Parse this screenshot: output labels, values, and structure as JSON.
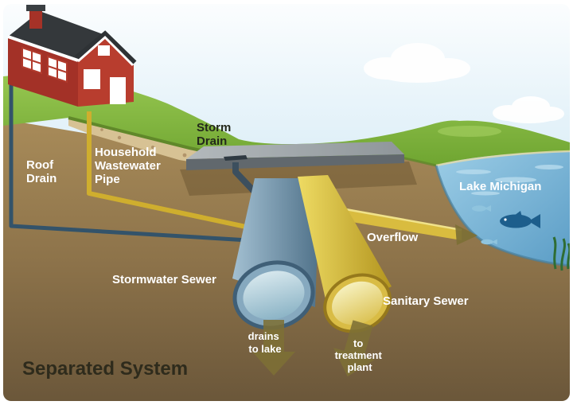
{
  "scene": {
    "title": "Separated System"
  },
  "labels": {
    "storm_drain": {
      "lines": [
        "Storm",
        "Drain"
      ]
    },
    "roof_drain": {
      "lines": [
        "Roof",
        "Drain"
      ]
    },
    "household_wastewater_pipe": {
      "lines": [
        "Household",
        "Wastewater",
        "Pipe"
      ]
    },
    "lake_michigan": {
      "text": "Lake Michigan"
    },
    "overflow": {
      "text": "Overflow"
    },
    "stormwater_sewer": {
      "text": "Stormwater Sewer"
    },
    "sanitary_sewer": {
      "text": "Sanitary Sewer"
    },
    "drains_to_lake": {
      "lines": [
        "drains",
        "to lake"
      ]
    },
    "to_treatment_plant": {
      "lines": [
        "to",
        "treatment",
        "plant"
      ]
    },
    "title": {
      "text": "Separated System"
    }
  },
  "colors": {
    "grass_green": "#86b93e",
    "soil_brown": "#9a7d4f",
    "soil_dark": "#6b573a",
    "dirt_tan": "#d7c294",
    "lake_blue": "#6fb0d6",
    "house_red": "#b83d2e",
    "roof_gray": "#34383b",
    "road_gray": "#a3aaae",
    "stormwater_pipe_blue": "#6f94ac",
    "sanitary_pipe_yellow": "#d9bc3f",
    "flow_arrow_olive": "#7d7035",
    "label_white": "#ffffff",
    "label_dark": "#2b2a18"
  }
}
